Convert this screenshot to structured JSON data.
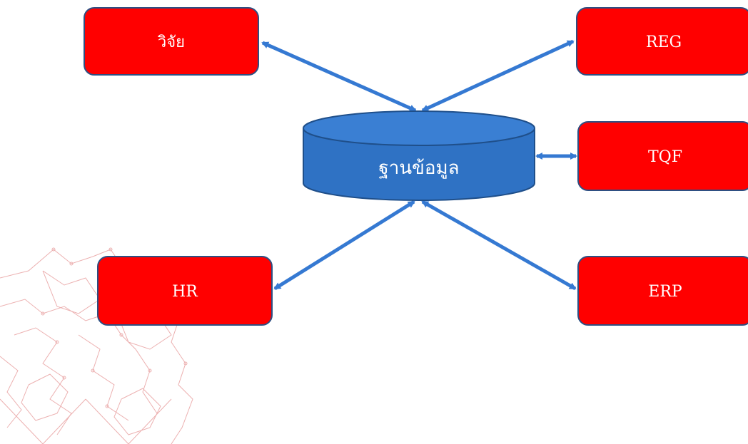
{
  "diagram": {
    "database": {
      "label": "ฐานข้อมูล",
      "fill": "#2f72c4",
      "stroke": "#1f4f8a"
    },
    "nodes": {
      "research": "วิจัย",
      "reg": "REG",
      "tqf": "TQF",
      "hr": "HR",
      "erp": "ERP"
    },
    "colors": {
      "node_fill": "#ff0000",
      "node_stroke": "#2e4f82",
      "arrow": "#3579d2",
      "watermark": "#e9a3a3"
    }
  }
}
